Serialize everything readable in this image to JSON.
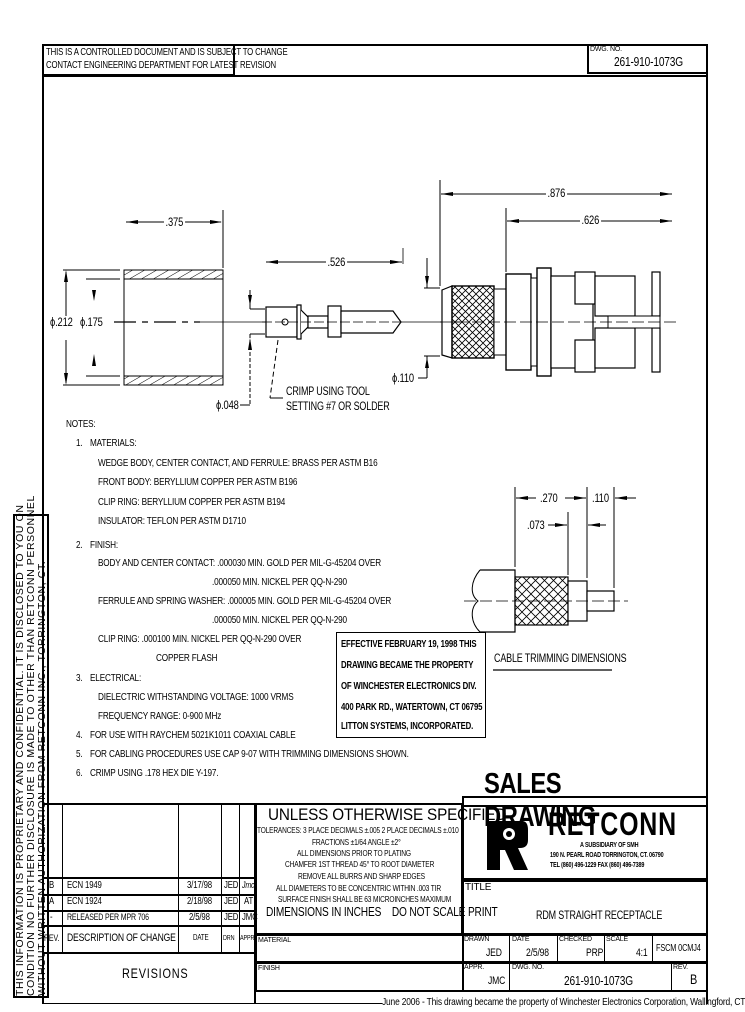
{
  "header": {
    "control_notice_line1": "THIS IS A CONTROLLED DOCUMENT AND IS SUBJECT TO CHANGE",
    "control_notice_line2": "CONTACT ENGINEERING DEPARTMENT FOR LATEST REVISION",
    "dwg_no_label": "DWG. NO.",
    "dwg_no": "261-910-1073G"
  },
  "side_notice": {
    "line1": "THIS INFORMATION IS PROPRIETARY AND CONFIDENTIAL. IT IS DISCLOSED TO YOU ON",
    "line2": "CONDITION NO FURTHER DISCLOSURE IS MADE TO OTHER THAN RETCONN PERSONNEL",
    "line3": "WITHOUT WRITTEN AUTHORIZATION FROM RETCONN INC., TORRINGTON, CT."
  },
  "drawing": {
    "dims": {
      "ferrule_length": ".375",
      "contact_length": ".526",
      "overall_length": ".876",
      "body_length": ".626",
      "ferrule_od": "ϕ.212",
      "ferrule_id": "ϕ.175",
      "contact_dia": "ϕ.048",
      "receptacle_dia": "ϕ.110"
    },
    "crimp_note_line1": "CRIMP USING TOOL",
    "crimp_note_line2": "SETTING #7 OR SOLDER",
    "cable_trim": {
      "dim_a": ".270",
      "dim_b": ".110",
      "dim_c": ".073",
      "caption": "CABLE TRIMMING DIMENSIONS"
    }
  },
  "notes": {
    "heading": "NOTES:",
    "items": [
      {
        "num": "1.",
        "title": "MATERIALS:",
        "lines": [
          "WEDGE BODY, CENTER CONTACT, AND FERRULE: BRASS PER ASTM B16",
          "FRONT BODY: BERYLLIUM COPPER PER ASTM B196",
          "CLIP RING: BERYLLIUM COPPER PER ASTM B194",
          "INSULATOR: TEFLON PER ASTM D1710"
        ]
      },
      {
        "num": "2.",
        "title": "FINISH:",
        "lines": [
          "BODY AND CENTER CONTACT: .000030 MIN. GOLD PER MIL-G-45204 OVER",
          ".000050 MIN. NICKEL PER QQ-N-290",
          "FERRULE AND SPRING WASHER: .000005 MIN. GOLD PER MIL-G-45204 OVER",
          ".000050 MIN. NICKEL PER QQ-N-290",
          "CLIP RING: .000100 MIN. NICKEL PER QQ-N-290 OVER",
          "COPPER FLASH"
        ]
      },
      {
        "num": "3.",
        "title": "ELECTRICAL:",
        "lines": [
          "DIELECTRIC WITHSTANDING VOLTAGE: 1000 VRMS",
          "FREQUENCY RANGE: 0-900 MHz"
        ]
      },
      {
        "num": "4.",
        "title": "FOR USE WITH RAYCHEM 5021K1011 COAXIAL CABLE",
        "lines": []
      },
      {
        "num": "5.",
        "title": "FOR CABLING PROCEDURES USE CAP 9-07 WITH TRIMMING DIMENSIONS SHOWN.",
        "lines": []
      },
      {
        "num": "6.",
        "title": "CRIMP USING .178 HEX DIE Y-197.",
        "lines": []
      }
    ]
  },
  "property_stamp": {
    "line1": "EFFECTIVE FEBRUARY 19, 1998 THIS",
    "line2": "DRAWING BECAME THE PROPERTY",
    "line3": "OF WINCHESTER ELECTRONICS DIV.",
    "line4": "400 PARK RD., WATERTOWN, CT 06795",
    "line5": "LITTON SYSTEMS, INCORPORATED."
  },
  "title_block": {
    "sales_drawing": "SALES DRAWING",
    "company": "RETCONN",
    "subsidiary": "A SUBSIDIARY OF SMH",
    "address": "190 N. PEARL ROAD  TORRINGTON, CT. 06790",
    "phone": "TEL (860) 496-1229  FAX (860) 496-7389",
    "tolerances": {
      "heading": "UNLESS OTHERWISE SPECIFIED",
      "lines": [
        "TOLERANCES: 3 PLACE DECIMALS ±.005 2 PLACE DECIMALS ±.010",
        "FRACTIONS ±1/64 ANGLE ±2°",
        "ALL DIMENSIONS PRIOR TO PLATING",
        "CHAMFER 1ST THREAD 45° TO ROOT DIAMETER",
        "REMOVE ALL BURRS AND SHARP EDGES",
        "ALL DIAMETERS TO BE CONCENTRIC WITHIN .003 TIR",
        "SURFACE FINISH SHALL BE 63 MICROINCHES MAXIMUM"
      ],
      "footer": "DIMENSIONS IN INCHES    DO NOT SCALE PRINT"
    },
    "title_label": "TITLE",
    "title": "RDM STRAIGHT RECEPTACLE",
    "material_label": "MATERIAL",
    "finish_label": "FINISH",
    "drawn_label": "DRAWN",
    "drawn": "JED",
    "date_label": "DATE",
    "date": "2/5/98",
    "checked_label": "CHECKED",
    "checked": "PRP",
    "scale_label": "SCALE",
    "scale": "4:1",
    "fscm": "FSCM 0CMJ4",
    "appr_label": "APPR.",
    "appr": "JMC",
    "dwg_no_label": "DWG. NO.",
    "dwg_no": "261-910-1073G",
    "rev_label": "REV.",
    "rev": "B"
  },
  "revisions": {
    "label": "REVISIONS",
    "headers": {
      "rev": "REV.",
      "desc": "DESCRIPTION OF CHANGE",
      "date": "DATE",
      "drn": "DRN",
      "appr": "APPR"
    },
    "rows": [
      {
        "rev": "B",
        "desc": "ECN 1949",
        "date": "3/17/98",
        "drn": "JED",
        "appr": "Jmc"
      },
      {
        "rev": "A",
        "desc": "ECN 1924",
        "date": "2/18/98",
        "drn": "JED",
        "appr": "AT"
      },
      {
        "rev": "-",
        "desc": "RELEASED PER MPR 706",
        "date": "2/5/98",
        "drn": "JED",
        "appr": "JMC"
      }
    ]
  },
  "footer_note": "June 2006 - This drawing became the property of Winchester Electronics Corporation, Wallingford, CT"
}
